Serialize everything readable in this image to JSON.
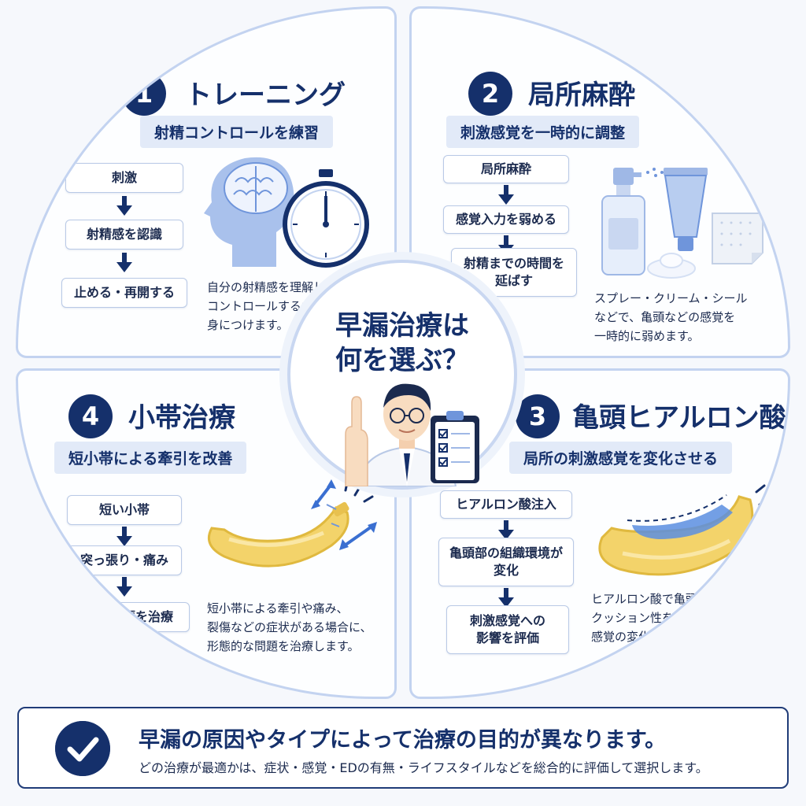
{
  "center": {
    "line1": "早漏治療は",
    "line2": "何を選ぶ？"
  },
  "q1": {
    "number": "1",
    "title": "トレーニング",
    "subtitle": "射精コントロールを練習",
    "steps": [
      "刺激",
      "射精感を認識",
      "止める・再開する"
    ],
    "desc": [
      "自分の射精感を理解し",
      "コントロールする力を",
      "身につけます。"
    ]
  },
  "q2": {
    "number": "2",
    "title": "局所麻酔",
    "subtitle": "刺激感覚を一時的に調整",
    "steps": [
      "局所麻酔",
      "感覚入力を弱める",
      "射精までの時間を",
      "延ばす"
    ],
    "desc": [
      "スプレー・クリーム・シール",
      "などで、亀頭などの感覚を",
      "一時的に弱めます。"
    ]
  },
  "q3": {
    "number": "3",
    "title": "亀頭ヒアルロン酸",
    "subtitle": "局所の刺激感覚を変化させる",
    "steps": [
      "ヒアルロン酸注入",
      "亀頭部の組織環境が",
      "変化",
      "刺激感覚への",
      "影響を評価"
    ],
    "desc": [
      "ヒアルロン酸で亀頭部の",
      "クッション性を高め、刺激",
      "感覚の変化を期待します。"
    ]
  },
  "q4": {
    "number": "4",
    "title": "小帯治療",
    "subtitle": "短小帯による牽引を改善",
    "steps": [
      "短い小帯",
      "突っ張り・痛み",
      "形態的問題を治療"
    ],
    "desc": [
      "短小帯による牽引や痛み、",
      "裂傷などの症状がある場合に、",
      "形態的な問題を治療します。"
    ]
  },
  "footer": {
    "main": "早漏の原因やタイプによって治療の目的が異なります。",
    "sub": "どの治療が最適かは、症状・感覚・EDの有無・ライフスタイルなどを総合的に評価して選択します。"
  },
  "colors": {
    "navy": "#15306b",
    "accent": "#6f95db",
    "pill": "#e2eaf8",
    "banana": "#f3d36a"
  },
  "icons": [
    "brain-head-icon",
    "stopwatch-icon",
    "spray-bottle-icon",
    "cream-tube-icon",
    "patch-icon",
    "banana-icon",
    "doctor-icon",
    "clipboard-icon",
    "check-icon"
  ]
}
